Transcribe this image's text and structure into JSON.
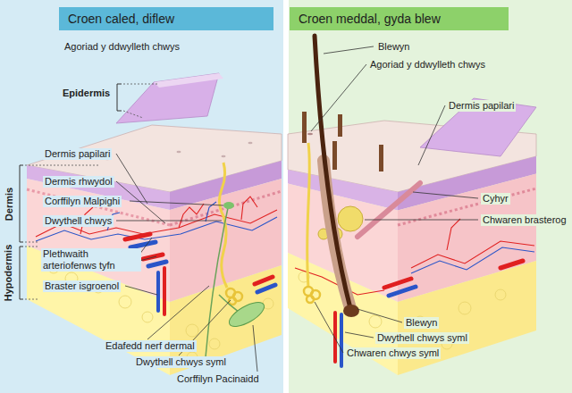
{
  "diagram": {
    "nodes": [
      {
        "text": [
          "Croen caled, diflew"
        ]
      },
      {
        "text": [
          "Croen meddal, gyda blew"
        ]
      }
    ],
    "labels": [
      "Agoriad y ddwylleth chwys",
      "Epidermis",
      "Dermis papilari",
      "Dermis rhwydol",
      "Corffilyn Malpighi",
      "Dwythell chwys",
      "Plethwaith arteriofenws tyfn",
      "Braster isgroenol",
      "Dermis",
      "Hypodermis",
      "Edafedd nerf dermal",
      "Dwythell chwys syml",
      "Corffilyn Pacinaidd",
      "Blewyn",
      "Agoriad y ddwylleth chwys",
      "Dermis papilari",
      "Cyhyr",
      "Chwaren brasterog",
      "Blewyn",
      "Dwythell chwys syml",
      "Chwaren chwys syml"
    ]
  }
}
